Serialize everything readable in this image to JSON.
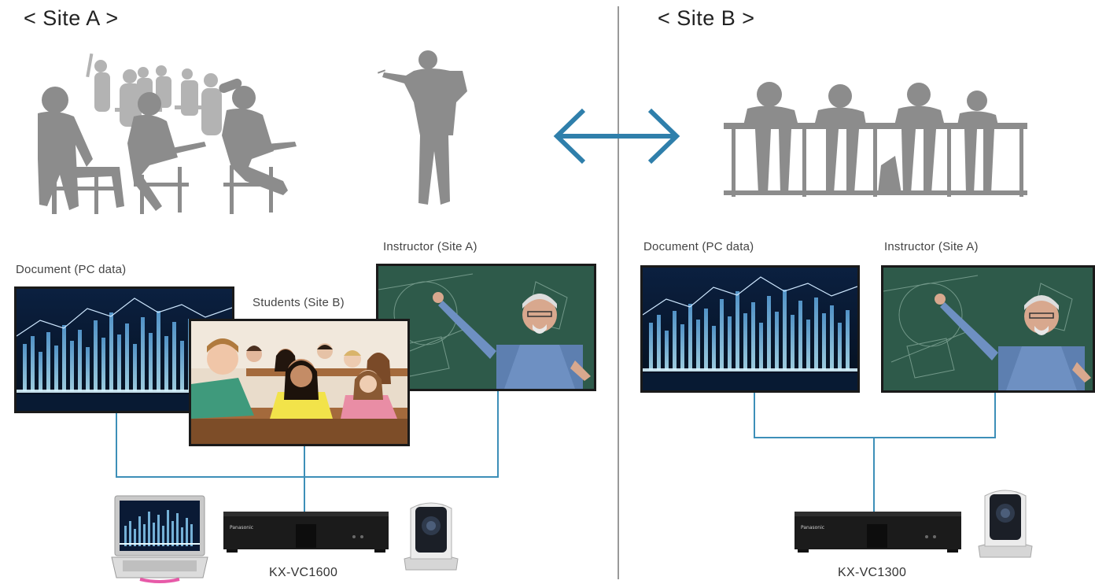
{
  "site_a": {
    "title": "< Site A >",
    "labels": {
      "document": "Document (PC data)",
      "students": "Students (Site B)",
      "instructor": "Instructor (Site A)"
    },
    "model": "KX-VC1600"
  },
  "site_b": {
    "title": "< Site B >",
    "labels": {
      "document": "Document (PC data)",
      "instructor": "Instructor (Site A)"
    },
    "model": "KX-VC1300"
  },
  "colors": {
    "silhouette": "#8c8c8c",
    "arrow": "#2f7fab",
    "wire": "#3d8fb8",
    "divider": "#9a9a9a"
  }
}
